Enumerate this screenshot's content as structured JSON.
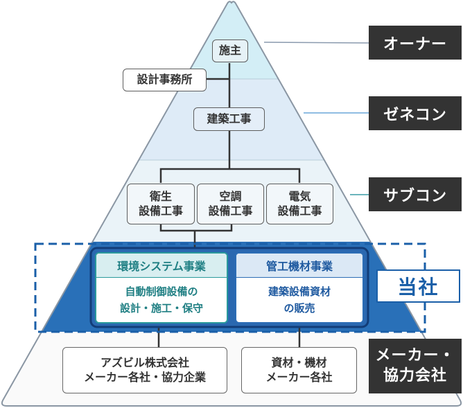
{
  "title": "建設業界における当社の位置づけ",
  "colors": {
    "band_owner": "#d3eef6",
    "band_genecon": "#deebf7",
    "band_subcon": "#eaf3f8",
    "band_company": "#2970b8",
    "band_maker": "#fafafa",
    "label_bg": "#333333",
    "env_accent": "#2a9a9c",
    "pipe_accent": "#2c6db5",
    "company_accent": "#1a5fa8"
  },
  "tiers": [
    {
      "id": "owner",
      "label": "オーナー"
    },
    {
      "id": "genecon",
      "label": "ゼネコン"
    },
    {
      "id": "subcon",
      "label": "サブコン"
    },
    {
      "id": "company",
      "label": "当社"
    },
    {
      "id": "maker",
      "label_lines": [
        "メーカー・",
        "協力会社"
      ]
    }
  ],
  "nodes": {
    "client": "施主",
    "design_office": "設計事務所",
    "construction": "建築工事",
    "sanitary": [
      "衛生",
      "設備工事"
    ],
    "hvac": [
      "空調",
      "設備工事"
    ],
    "electrical": [
      "電気",
      "設備工事"
    ]
  },
  "businesses": [
    {
      "id": "env",
      "title": "環境システム事業",
      "desc": [
        "自動制御設備の",
        "設計・施工・保守"
      ]
    },
    {
      "id": "pipe",
      "title": "管工機材事業",
      "desc": [
        "建築設備資材",
        "の販売"
      ]
    }
  ],
  "suppliers": [
    {
      "lines": [
        "アズビル株式会社",
        "メーカー各社・協力企業"
      ]
    },
    {
      "lines": [
        "資材・機材",
        "メーカー各社"
      ]
    }
  ]
}
